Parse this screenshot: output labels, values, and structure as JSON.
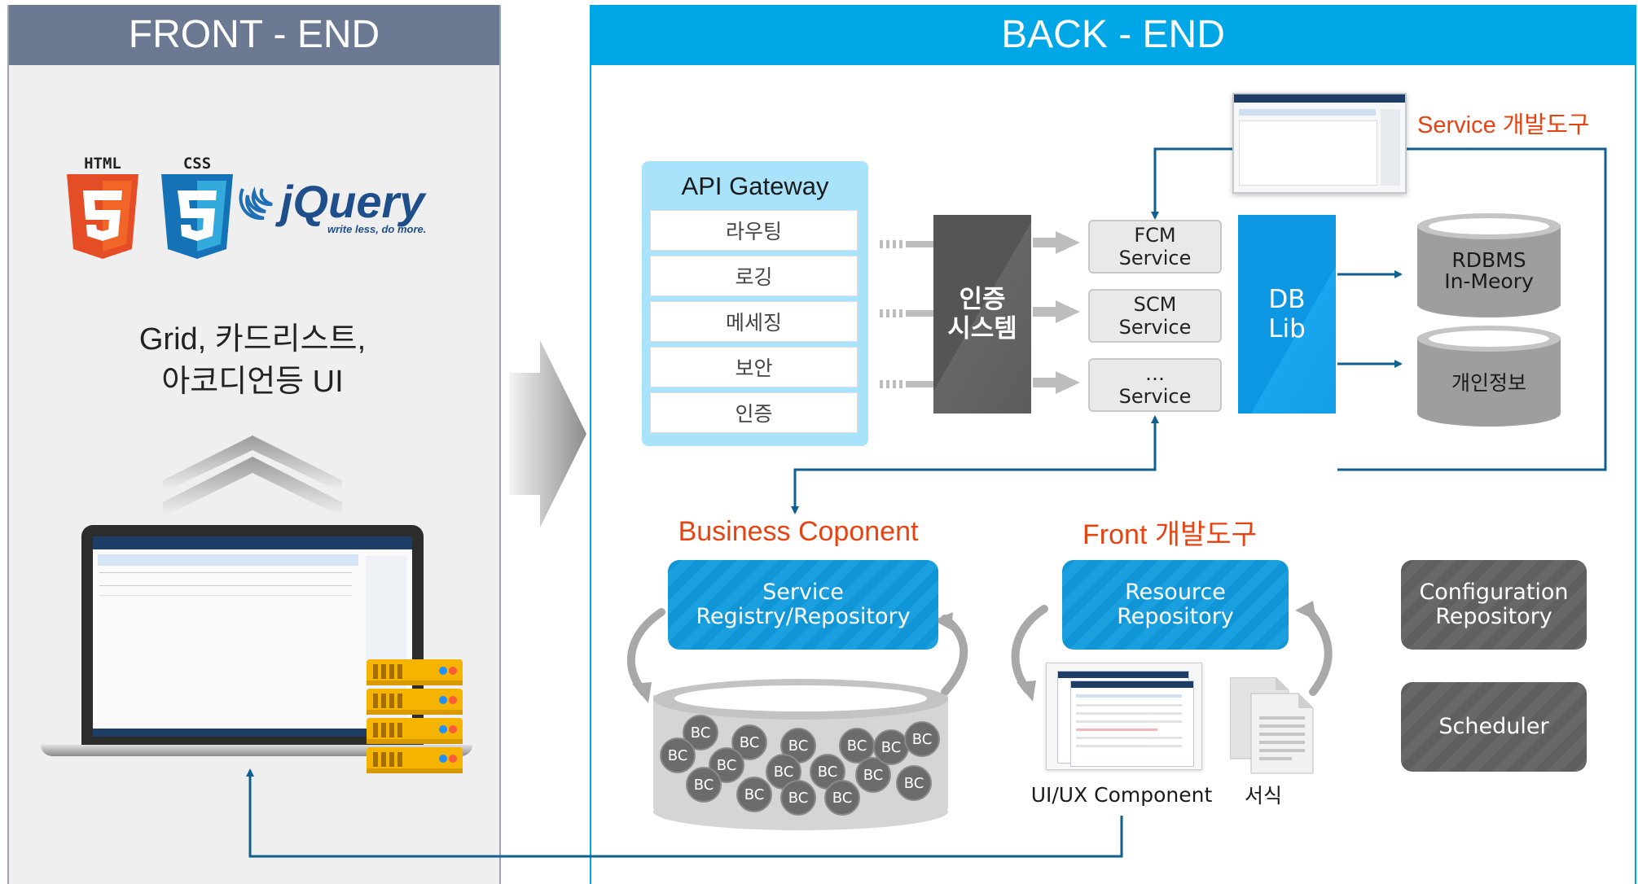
{
  "front_end": {
    "header": "FRONT - END",
    "logos": {
      "html5": "HTML",
      "css3": "CSS",
      "jquery": "jQuery",
      "jquery_tagline": "write less, do more."
    },
    "description": "Grid, 카드리스트,\n아코디언등 UI"
  },
  "back_end": {
    "header": "BACK - END",
    "api_gateway": {
      "title": "API Gateway",
      "items": [
        "라우팅",
        "로깅",
        "메세징",
        "보안",
        "인증"
      ]
    },
    "auth_system": "인증\n시스템",
    "services": [
      "FCM\nService",
      "SCM\nService",
      "…\nService"
    ],
    "db_lib": "DB\nLib",
    "databases": [
      "RDBMS\nIn-Meory",
      "개인정보"
    ],
    "service_tool_label": "Service 개발도구",
    "business_component": {
      "title": "Business Coponent",
      "registry": "Service\nRegistry/Repository",
      "bc_label": "BC"
    },
    "front_tool": {
      "title": "Front 개발도구",
      "repository": "Resource\nRepository",
      "ui_component": "UI/UX Component",
      "format": "서식"
    },
    "configuration": "Configuration\nRepository",
    "scheduler": "Scheduler"
  },
  "colors": {
    "front_header": "#6b7993",
    "back_header": "#00a7e6",
    "accent_orange": "#e64312",
    "db_blue": "#0d97e2"
  }
}
